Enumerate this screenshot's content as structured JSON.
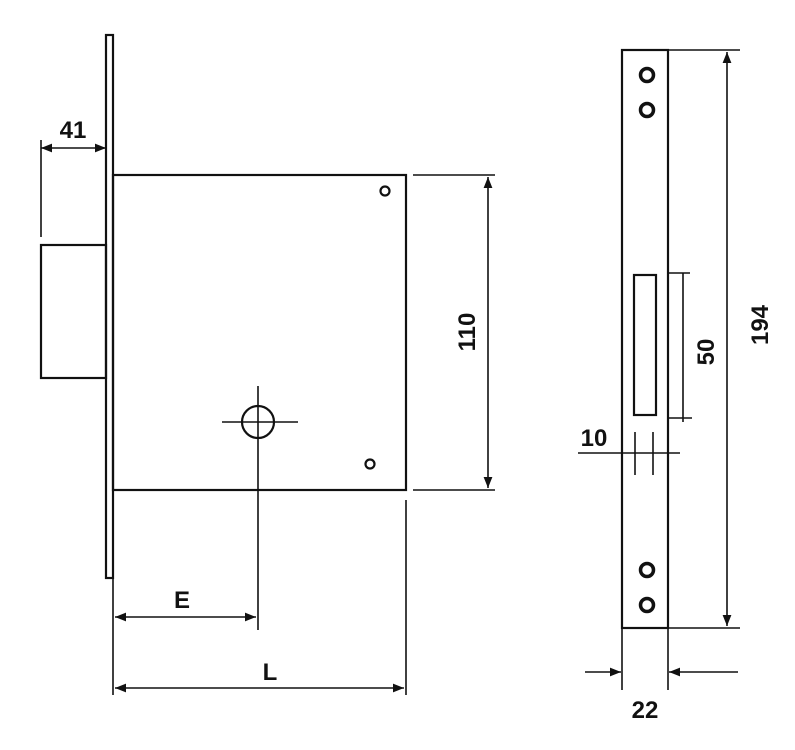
{
  "diagram": {
    "lock_view": {
      "backset_label": "41",
      "height_label": "110",
      "backset_e_label": "E",
      "length_label": "L"
    },
    "strike_view": {
      "total_height_label": "194",
      "slot_height_label": "50",
      "slot_width_label": "10",
      "width_label": "22"
    },
    "line_color": "#111111"
  }
}
